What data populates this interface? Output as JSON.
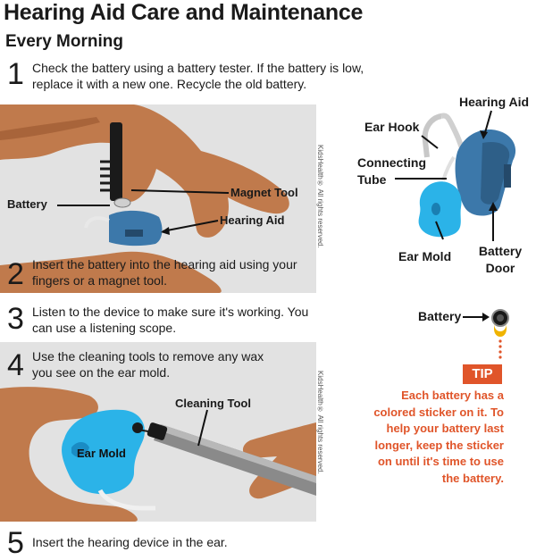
{
  "header": {
    "title": "Hearing Aid Care and Maintenance",
    "subtitle": "Every Morning"
  },
  "steps": [
    {
      "number": "1",
      "text": "Check the battery using a battery tester. If the battery is low, replace it with a new one. Recycle the old battery."
    },
    {
      "number": "2",
      "text": "Insert the battery into the hearing aid using your fingers or a magnet tool."
    },
    {
      "number": "3",
      "text": "Listen to the device to make sure it's working. You can use a listening scope."
    },
    {
      "number": "4",
      "text": "Use the cleaning tools to remove any wax you see on the ear mold."
    },
    {
      "number": "5",
      "text": "Insert the hearing device in the ear."
    }
  ],
  "panel1": {
    "labels": {
      "battery": "Battery",
      "magnet_tool": "Magnet Tool",
      "hearing_aid": "Hearing Aid"
    },
    "credit": "KidsHealth® All rights reserved."
  },
  "panel2": {
    "labels": {
      "cleaning_tool": "Cleaning Tool",
      "ear_mold": "Ear Mold"
    },
    "credit": "KidsHealth® All rights reserved."
  },
  "diagram": {
    "labels": {
      "hearing_aid": "Hearing Aid",
      "ear_hook": "Ear Hook",
      "connecting_tube": "Connecting Tube",
      "ear_mold": "Ear Mold",
      "battery_door": "Battery Door"
    }
  },
  "tip": {
    "battery_label": "Battery",
    "badge": "TIP",
    "text": "Each battery has a colored sticker on it. To help your battery last longer, keep the sticker on until it's time to use the battery."
  },
  "colors": {
    "tip_orange": "#e0552a",
    "hearing_aid_blue": "#3c78aa",
    "ear_mold_cyan": "#2bb3e8",
    "skin": "#c07a4c",
    "panel_gray": "#e2e2e2"
  }
}
